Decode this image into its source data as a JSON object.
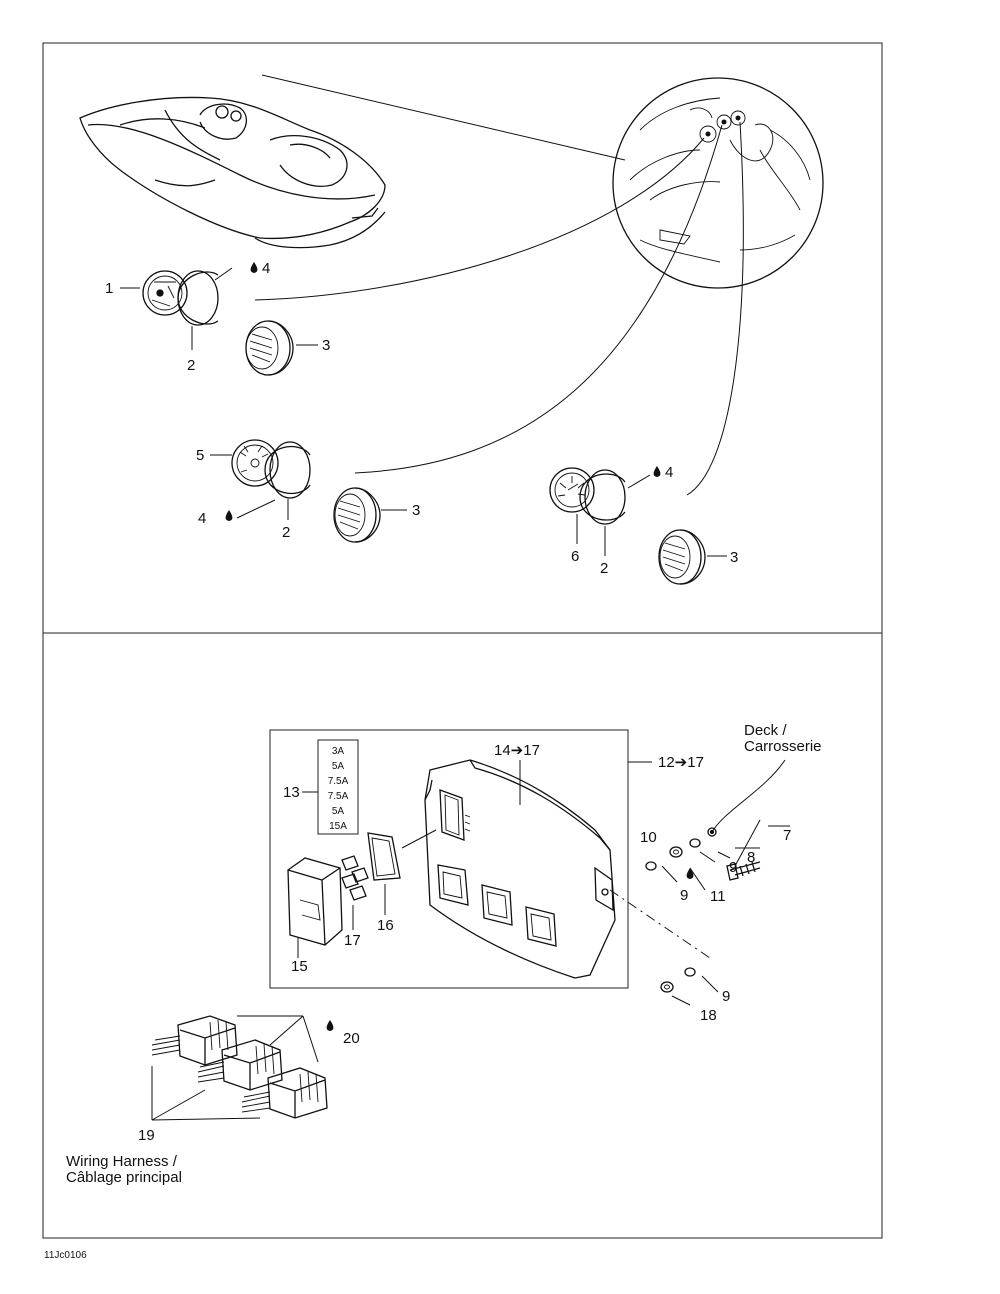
{
  "figure_code": "11Jc0106",
  "labels": {
    "top": {
      "l1": "1",
      "l2a": "2",
      "l3a": "3",
      "l4a": "4",
      "l5": "5",
      "l4b": "4",
      "l2b": "2",
      "l3b": "3",
      "l4c": "4",
      "l6": "6",
      "l2c": "2",
      "l3c": "3"
    },
    "bottom": {
      "l14": "14➔17",
      "l12": "12➔17",
      "l13": "13",
      "l15": "15",
      "l16": "16",
      "l17": "17",
      "l7": "7",
      "l8": "8",
      "l9a": "9",
      "l9b": "9",
      "l9c": "9",
      "l10": "10",
      "l11": "11",
      "l18": "18",
      "l19": "19",
      "l20": "20"
    },
    "fuse_ratings": [
      "3A",
      "5A",
      "7.5A",
      "7.5A",
      "5A",
      "15A"
    ]
  },
  "notes": {
    "deck_line1": "Deck /",
    "deck_line2": "Carrosserie",
    "harness_line1": "Wiring Harness /",
    "harness_line2": "Câblage principal"
  },
  "icons": [
    "boat-illustration",
    "gauge-illustration",
    "module-illustration",
    "connector-illustration",
    "drop-icon"
  ]
}
